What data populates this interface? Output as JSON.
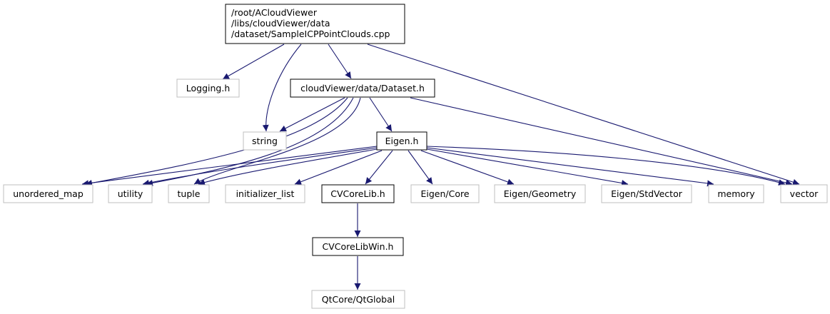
{
  "graph": {
    "colors": {
      "edge": "#191970",
      "root_fill": "#bfbfbf",
      "documented_border": "#000000",
      "undocumented_border": "#bfbfbf"
    },
    "nodes": [
      {
        "id": "root",
        "lines": [
          "/root/ACloudViewer",
          "/libs/cloudViewer/data",
          "/dataset/SampleICPPointClouds.cpp"
        ],
        "kind": "root"
      },
      {
        "id": "logging",
        "lines": [
          "Logging.h"
        ],
        "kind": "external"
      },
      {
        "id": "dataset_h",
        "lines": [
          "cloudViewer/data/Dataset.h"
        ],
        "kind": "documented"
      },
      {
        "id": "string",
        "lines": [
          "string"
        ],
        "kind": "external"
      },
      {
        "id": "eigen_h",
        "lines": [
          "Eigen.h"
        ],
        "kind": "documented"
      },
      {
        "id": "unordered_map",
        "lines": [
          "unordered_map"
        ],
        "kind": "external"
      },
      {
        "id": "utility",
        "lines": [
          "utility"
        ],
        "kind": "external"
      },
      {
        "id": "tuple",
        "lines": [
          "tuple"
        ],
        "kind": "external"
      },
      {
        "id": "initializer_list",
        "lines": [
          "initializer_list"
        ],
        "kind": "external"
      },
      {
        "id": "cvcorelib",
        "lines": [
          "CVCoreLib.h"
        ],
        "kind": "documented"
      },
      {
        "id": "eigen_core",
        "lines": [
          "Eigen/Core"
        ],
        "kind": "external"
      },
      {
        "id": "eigen_geometry",
        "lines": [
          "Eigen/Geometry"
        ],
        "kind": "external"
      },
      {
        "id": "eigen_stdvector",
        "lines": [
          "Eigen/StdVector"
        ],
        "kind": "external"
      },
      {
        "id": "memory",
        "lines": [
          "memory"
        ],
        "kind": "external"
      },
      {
        "id": "vector",
        "lines": [
          "vector"
        ],
        "kind": "external"
      },
      {
        "id": "cvcorelibwin",
        "lines": [
          "CVCoreLibWin.h"
        ],
        "kind": "documented"
      },
      {
        "id": "qtglobal",
        "lines": [
          "QtCore/QtGlobal"
        ],
        "kind": "external"
      }
    ],
    "edges": [
      {
        "from": "root",
        "to": "logging"
      },
      {
        "from": "root",
        "to": "dataset_h"
      },
      {
        "from": "root",
        "to": "string"
      },
      {
        "from": "root",
        "to": "vector"
      },
      {
        "from": "dataset_h",
        "to": "string"
      },
      {
        "from": "dataset_h",
        "to": "eigen_h"
      },
      {
        "from": "dataset_h",
        "to": "unordered_map"
      },
      {
        "from": "dataset_h",
        "to": "utility"
      },
      {
        "from": "dataset_h",
        "to": "tuple"
      },
      {
        "from": "dataset_h",
        "to": "vector"
      },
      {
        "from": "eigen_h",
        "to": "unordered_map"
      },
      {
        "from": "eigen_h",
        "to": "utility"
      },
      {
        "from": "eigen_h",
        "to": "tuple"
      },
      {
        "from": "eigen_h",
        "to": "initializer_list"
      },
      {
        "from": "eigen_h",
        "to": "cvcorelib"
      },
      {
        "from": "eigen_h",
        "to": "eigen_core"
      },
      {
        "from": "eigen_h",
        "to": "eigen_geometry"
      },
      {
        "from": "eigen_h",
        "to": "eigen_stdvector"
      },
      {
        "from": "eigen_h",
        "to": "memory"
      },
      {
        "from": "eigen_h",
        "to": "vector"
      },
      {
        "from": "cvcorelib",
        "to": "cvcorelibwin"
      },
      {
        "from": "cvcorelibwin",
        "to": "qtglobal"
      }
    ]
  }
}
